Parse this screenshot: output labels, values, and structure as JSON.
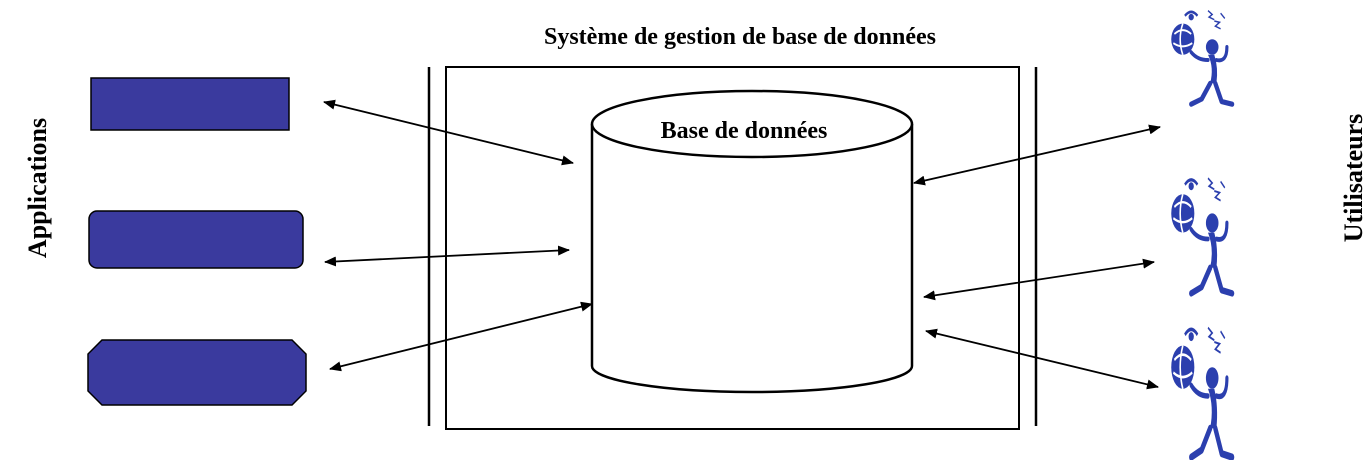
{
  "title": "Système de gestion de base de données",
  "database_label": "Base de données",
  "left_label": "Applications",
  "right_label": "Utilisateurs",
  "colors": {
    "app_fill": "#3a3a9e",
    "user_figure": "#2b3fae",
    "line": "#000000"
  },
  "applications": [
    {
      "icon": "rectangle"
    },
    {
      "icon": "rounded-rectangle"
    },
    {
      "icon": "octagon"
    }
  ],
  "users": [
    {
      "icon": "juggler-figure-icon"
    },
    {
      "icon": "juggler-figure-icon"
    },
    {
      "icon": "juggler-figure-icon"
    }
  ]
}
